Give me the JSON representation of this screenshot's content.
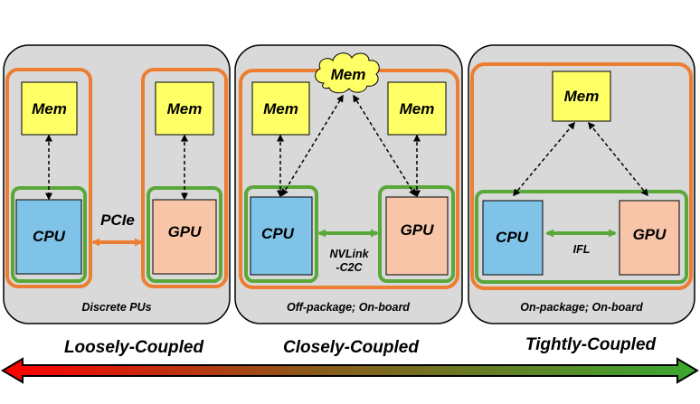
{
  "panels": [
    {
      "mem_labels": [
        "Mem",
        "Mem"
      ],
      "cpu_label": "CPU",
      "gpu_label": "GPU",
      "link_label": "PCIe",
      "caption": "Discrete PUs"
    },
    {
      "shared_mem_label": "Mem",
      "mem_labels": [
        "Mem",
        "Mem"
      ],
      "cpu_label": "CPU",
      "gpu_label": "GPU",
      "link_label_line1": "NVLink",
      "link_label_line2": "-C2C",
      "caption": "Off-package; On-board"
    },
    {
      "mem_label": "Mem",
      "cpu_label": "CPU",
      "gpu_label": "GPU",
      "link_label": "IFL",
      "caption": "On-package; On-board"
    }
  ],
  "scale": {
    "left_label": "Loosely-Coupled",
    "middle_label": "Closely-Coupled",
    "right_label": "Tightly-Coupled",
    "gradient_colors": [
      "#ff0000",
      "#8a5a1a",
      "#3aa82e"
    ]
  },
  "colors": {
    "panel_fill": "#d9d9d9",
    "mem_fill": "#ffff66",
    "cpu_fill": "#7fc3e8",
    "gpu_fill": "#f8c5a8",
    "orange": "#ed7d31",
    "green": "#5aa83a"
  }
}
